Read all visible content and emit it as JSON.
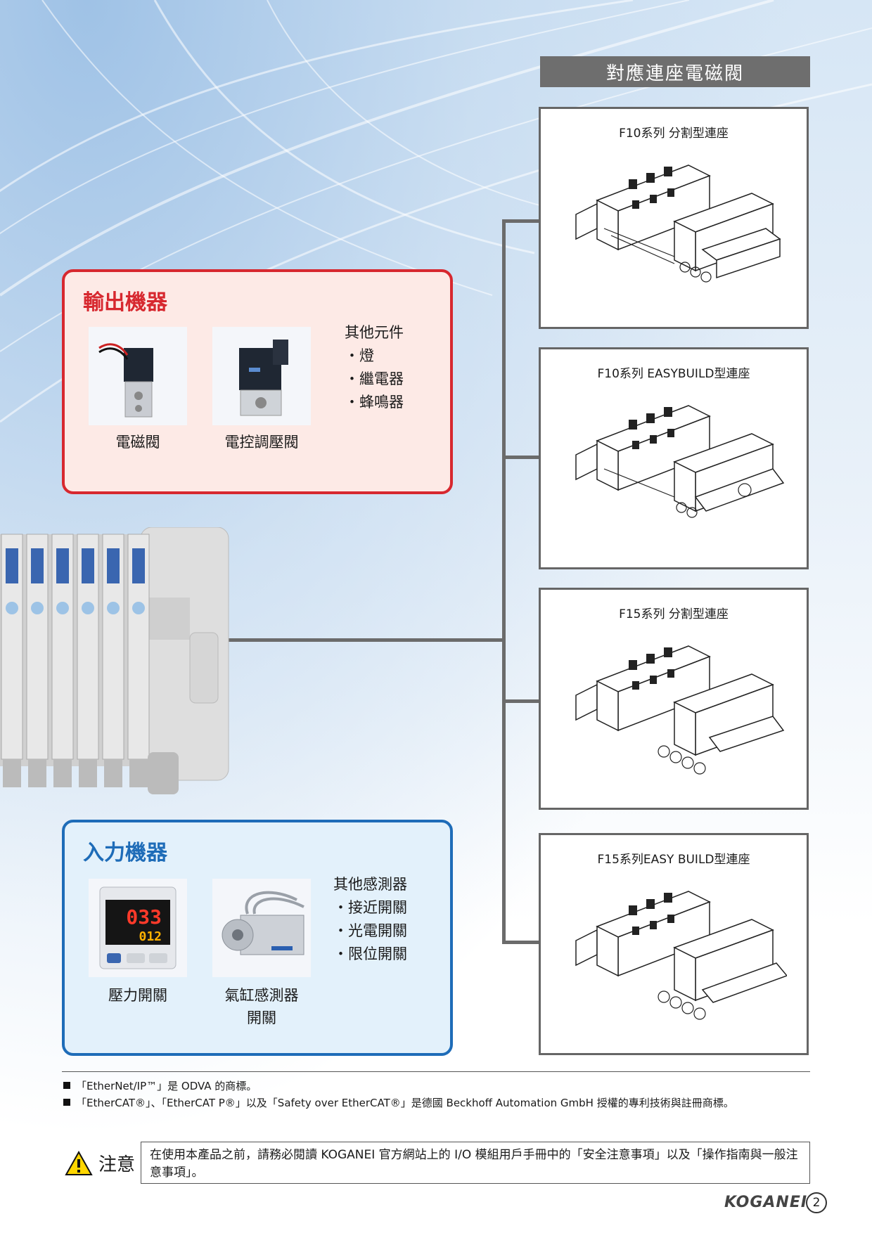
{
  "header": {
    "title": "對應連座電磁閥"
  },
  "manifolds": [
    {
      "title": "F10系列 分割型連座",
      "icon": "manifold-illustration-icon"
    },
    {
      "title": "F10系列 EASYBUILD型連座",
      "icon": "manifold-illustration-icon"
    },
    {
      "title": "F15系列 分割型連座",
      "icon": "manifold-illustration-icon"
    },
    {
      "title": "F15系列EASY BUILD型連座",
      "icon": "manifold-illustration-icon"
    }
  ],
  "output_devices": {
    "heading": "輸出機器",
    "items": [
      {
        "label": "電磁閥",
        "icon": "solenoid-valve-photo"
      },
      {
        "label": "電控調壓閥",
        "icon": "electro-pneumatic-regulator-photo"
      }
    ],
    "other_title": "其他元件",
    "other_items": [
      "・燈",
      "・繼電器",
      "・蜂鳴器"
    ]
  },
  "input_devices": {
    "heading": "入力機器",
    "items": [
      {
        "label": "壓力開關",
        "icon": "pressure-switch-photo",
        "display_main": "033",
        "display_sub": "012"
      },
      {
        "label": "氣缸感測器",
        "label2": "開關",
        "icon": "cylinder-sensor-photo"
      }
    ],
    "other_title": "其他感測器",
    "other_items": [
      "・接近開關",
      "・光電開關",
      "・限位開關"
    ]
  },
  "footer": {
    "trademarks": [
      "「EtherNet/IP™」是 ODVA 的商標。",
      "「EtherCAT®」、「EtherCAT P®」以及「Safety over EtherCAT®」是德國 Beckhoff Automation GmbH 授權的專利技術與註冊商標。"
    ],
    "caution_label": "注意",
    "caution_text": "在使用本產品之前，請務必閱讀 KOGANEI 官方網站上的 I/O 模組用戶手冊中的「安全注意事項」以及「操作指南與一般注意事項」。",
    "brand": "KOGANEI",
    "page_number": "2"
  },
  "colors": {
    "output_accent": "#d7282f",
    "input_accent": "#1e6cb8",
    "header_bg": "#6e6e6e",
    "line": "#6b6b6b"
  }
}
